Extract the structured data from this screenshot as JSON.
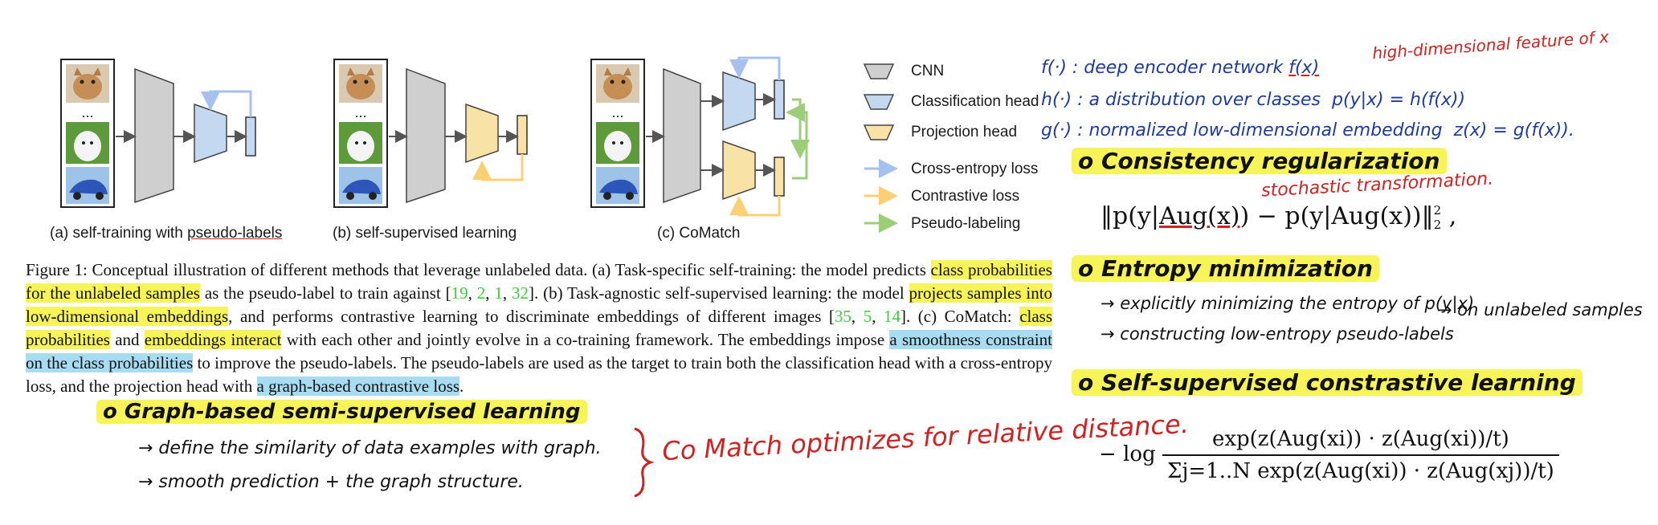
{
  "figure": {
    "panels": [
      {
        "caption_prefix": "(a) self-training with ",
        "caption_underlined": "pseudo-labels"
      },
      {
        "caption": "(b) self-supervised learning"
      },
      {
        "caption": "(c) CoMatch"
      }
    ],
    "ellipsis": "...",
    "legend": [
      {
        "label": "CNN",
        "color": "#cfcfcf"
      },
      {
        "label": "Classification head",
        "color": "#c4d8ef"
      },
      {
        "label": "Projection head",
        "color": "#f9e2a6"
      },
      {
        "label": "Cross-entropy loss",
        "color": "#a7c1ee"
      },
      {
        "label": "Contrastive loss",
        "color": "#fbd074"
      },
      {
        "label": "Pseudo-labeling",
        "color": "#9ccd78"
      }
    ]
  },
  "caption": {
    "p01": "Figure 1:  Conceptual illustration of different methods that leverage unlabeled data.  (a) Task-specific self-training: the model predicts ",
    "p02": "class probabilities for the unlabeled samples",
    "p03": " as the pseudo-label to train against [",
    "c1": "19",
    "s1": ", ",
    "c2": "2",
    "s2": ", ",
    "c3": "1",
    "s3": ", ",
    "c4": "32",
    "p04": "].  (b) Task-agnostic self-supervised learning: the model ",
    "p05": "projects samples into low-dimensional embeddings",
    "p06": ", and performs contrastive learning to discriminate embeddings of different images [",
    "c5": "35",
    "s4": ", ",
    "c6": "5",
    "s5": ", ",
    "c7": "14",
    "p07": "].  (c) CoMatch: ",
    "p08": "class probabilities",
    "p09": " and ",
    "p10": "embeddings interact",
    "p11": " with each other and jointly evolve in a co-training framework. The embeddings impose ",
    "p12": "a smoothness constraint on the class probabilities",
    "p13": " to improve the pseudo-labels. The pseudo-labels are used as the target to train both the classification head with a cross-entropy loss, and the projection head with ",
    "p14": "a graph-based contrastive loss",
    "p15": "."
  },
  "notes": {
    "defs": {
      "f": "f(·) : deep encoder network",
      "fx": "f(x)",
      "fx_desc": "high-dimensional feature of x",
      "h": "h(·) : a distribution over classes",
      "h_eq": "p(y|x) = h(f(x))",
      "g": "g(·) : normalized low-dimensional embedding",
      "g_eq": "z(x) = g(f(x))."
    },
    "consistency_title": "o Consistency regularization",
    "stochastic": "stochastic transformation.",
    "consistency_eq": {
      "p_open": "‖p(y|",
      "aug": "Aug(x)",
      "mid": ") − p(y|Aug(x))‖",
      "sup": "2",
      "sub": "2",
      "tail": " ,"
    },
    "entropy_title": "o Entropy minimization",
    "entropy_items": [
      "→ explicitly minimizing the entropy of p(y|x)",
      "→ constructing low-entropy pseudo-labels"
    ],
    "entropy_side": "→ on unlabeled samples",
    "ssl_title": "o Self-supervised constrastive learning",
    "ssl_eq": {
      "prefix": "− log",
      "num": "exp(z(Aug(xi)) · z(Aug(xi))/t)",
      "den": "Σj=1..N exp(z(Aug(xi)) · z(Aug(xj))/t)"
    },
    "graph_title": "o Graph-based semi-supervised learning",
    "graph_items": [
      "→ define the similarity of data examples with graph.",
      "→ smooth prediction + the graph structure."
    ],
    "comatch_note": "Co Match optimizes for relative distance."
  },
  "colors": {
    "cnn": "#cfcfcf",
    "classification_head": "#c4d8ef",
    "projection_head": "#f9e2a6",
    "cross_entropy_arrow": "#a7c1ee",
    "contrastive_arrow": "#fbd074",
    "pseudo_label_arrow": "#9ccd78",
    "yellow_highlight": "#f7f45a",
    "blue_highlight": "#a8dcf2",
    "citation": "#3ccf3c",
    "ink_blue": "#1f3a9e",
    "ink_red": "#cf2323"
  },
  "icons": [
    "cat-thumbnail",
    "dog-thumbnail",
    "car-thumbnail"
  ]
}
